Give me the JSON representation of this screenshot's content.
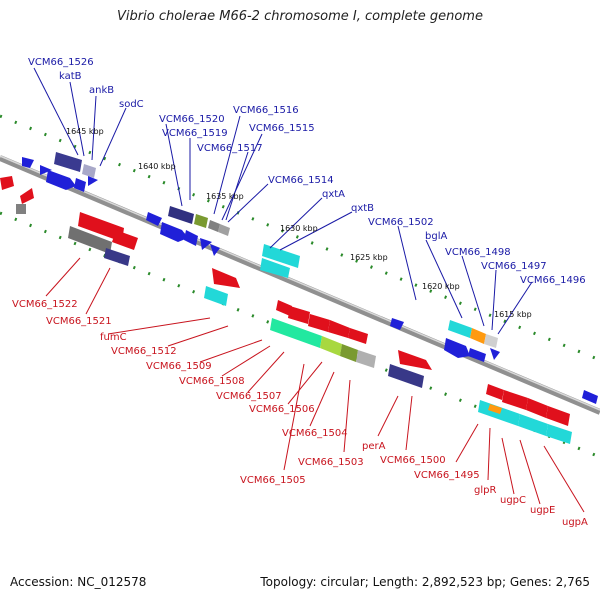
{
  "title": "Vibrio cholerae M66-2 chromosome I, complete genome",
  "accession": "Accession: NC_012578",
  "summary": "Topology: circular; Length: 2,892,523 bp; Genes: 2,765",
  "kbp_marks": [
    "1645 kbp",
    "1640 kbp",
    "1635 kbp",
    "1630 kbp",
    "1625 kbp",
    "1620 kbp",
    "1615 kbp"
  ],
  "forward_labels": [
    "VCM66_1526",
    "katB",
    "ankB",
    "sodC",
    "VCM66_1520",
    "VCM66_1519",
    "VCM66_1516",
    "VCM66_1515",
    "VCM66_1517",
    "VCM66_1514",
    "qxtA",
    "qxtB",
    "VCM66_1502",
    "bglA",
    "VCM66_1498",
    "VCM66_1497",
    "VCM66_1496"
  ],
  "reverse_labels": [
    "VCM66_1522",
    "VCM66_1521",
    "fumC",
    "VCM66_1512",
    "VCM66_1509",
    "VCM66_1508",
    "VCM66_1507",
    "VCM66_1506",
    "VCM66_1504",
    "VCM66_1503",
    "VCM66_1505",
    "perA",
    "VCM66_1500",
    "VCM66_1495",
    "glpR",
    "ugpC",
    "ugpE",
    "ugpA"
  ],
  "colors": {
    "forward_label": "#1a1aa6",
    "reverse_label": "#c8141e",
    "gene_red": "#e0101c",
    "gene_blue": "#1a1ae0",
    "gene_cyan": "#22dde0",
    "gene_navy": "#303080",
    "gene_grey": "#707070",
    "tick_green": "#2a8a2a",
    "backbone": "#888888"
  }
}
